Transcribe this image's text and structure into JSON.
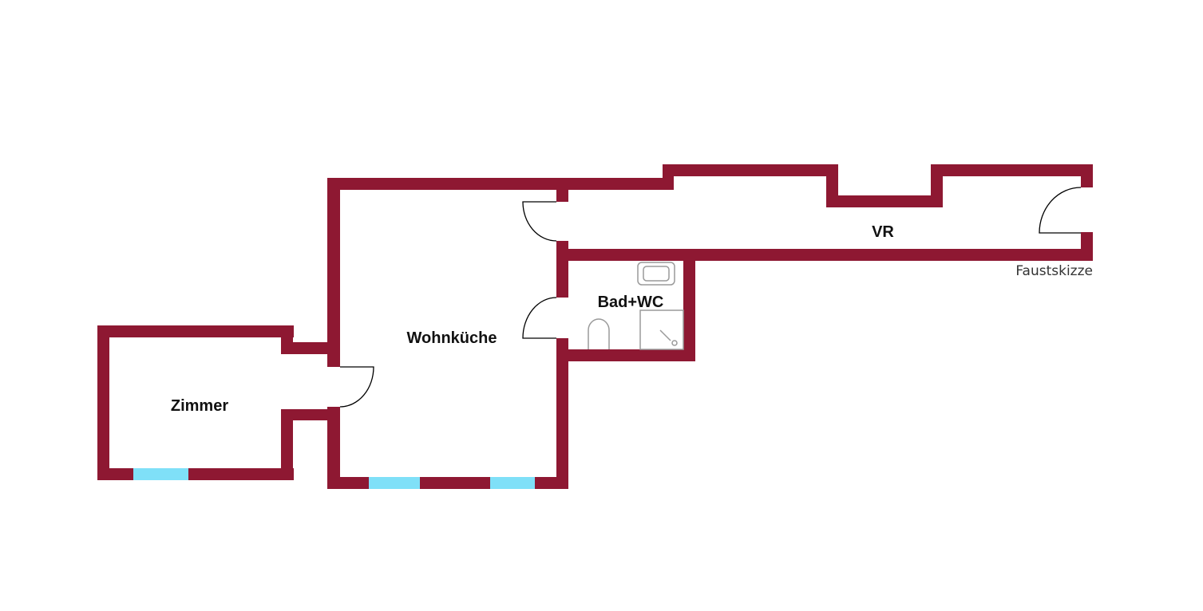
{
  "colors": {
    "wall": "#8e1832",
    "window": "#7fe0f8",
    "door_swing": "#000000",
    "fixture": "#9a9a9a",
    "background": "#ffffff"
  },
  "rooms": {
    "zimmer": "Zimmer",
    "wohnkueche": "Wohnküche",
    "bad_wc": "Bad+WC",
    "vr": "VR"
  },
  "note": "Faustskizze",
  "fixtures": [
    "sink",
    "toilet",
    "shower"
  ]
}
